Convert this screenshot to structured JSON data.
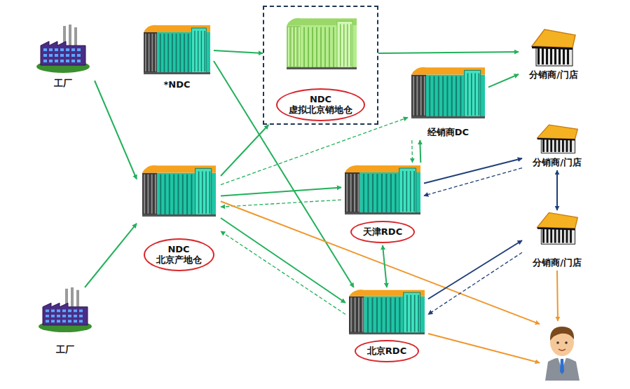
{
  "diagram": {
    "nodes": [
      {
        "text": [
          "工厂"
        ]
      },
      {
        "text": [
          "*NDC"
        ]
      },
      {
        "text": [
          "NDC 虚拟北京销地仓"
        ]
      },
      {
        "text": [
          "分销商/门店"
        ]
      },
      {
        "text": [
          "经销商DC"
        ]
      },
      {
        "text": [
          "分销商/门店"
        ]
      },
      {
        "text": [
          "NDC 北京产地仓"
        ]
      },
      {
        "text": [
          "天津RDC"
        ]
      },
      {
        "text": [
          "分销商/门店"
        ]
      },
      {
        "text": [
          "工厂"
        ]
      },
      {
        "text": [
          "北京RDC"
        ]
      },
      {
        "text": []
      }
    ],
    "edges": [
      {
        "from": 0,
        "to": 6,
        "arrow": "to"
      },
      {
        "from": 9,
        "to": 6,
        "arrow": "to"
      },
      {
        "from": 1,
        "to": 2,
        "arrow": "to"
      },
      {
        "from": 1,
        "to": 10,
        "arrow": "to"
      },
      {
        "from": 2,
        "to": 3,
        "arrow": "to"
      },
      {
        "from": 4,
        "to": 3,
        "arrow": "to"
      },
      {
        "from": 6,
        "to": 2,
        "arrow": "to"
      },
      {
        "from": 6,
        "to": 4,
        "arrow": "to"
      },
      {
        "from": 6,
        "to": 7,
        "arrow": "to"
      },
      {
        "from": 7,
        "to": 6,
        "arrow": "to"
      },
      {
        "from": 6,
        "to": 10,
        "arrow": "to"
      },
      {
        "from": 10,
        "to": 6,
        "arrow": "to"
      },
      {
        "from": 6,
        "to": 11,
        "arrow": "to"
      },
      {
        "from": 7,
        "to": 10,
        "arrow": "both"
      },
      {
        "from": 4,
        "to": 7,
        "arrow": "to"
      },
      {
        "from": 7,
        "to": 4,
        "arrow": "to"
      },
      {
        "from": 7,
        "to": 5,
        "arrow": "to"
      },
      {
        "from": 5,
        "to": 7,
        "arrow": "to"
      },
      {
        "from": 5,
        "to": 8,
        "arrow": "both"
      },
      {
        "from": 10,
        "to": 8,
        "arrow": "to"
      },
      {
        "from": 8,
        "to": 10,
        "arrow": "to"
      },
      {
        "from": 10,
        "to": 11,
        "arrow": "to"
      },
      {
        "from": 8,
        "to": 11,
        "arrow": "to"
      }
    ]
  }
}
